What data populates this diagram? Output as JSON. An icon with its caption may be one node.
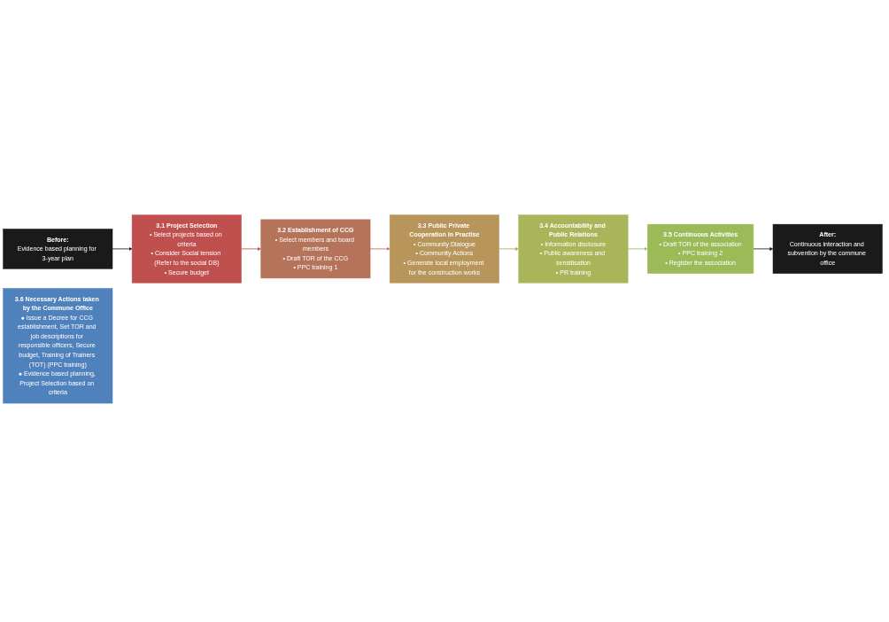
{
  "diagram": {
    "nodes": [
      {
        "text": [
          "Before:",
          "Evidence based planning for 3-year plan"
        ]
      },
      {
        "text": [
          "3.1 Project Selection",
          "• Select projects based on criteria",
          "• Consider Social tension (Refer to the social DB)",
          "• Secure budget"
        ]
      },
      {
        "text": [
          "3.2 Establishment of CCG",
          "• Select members and board members",
          "• Draft TOR of the CCG",
          "• PPC training 1"
        ]
      },
      {
        "text": [
          "3.3 Public Private Cooperation in Practise",
          "• Community Dialogue",
          "• Community Actions",
          "• Generate local employment for the construction works"
        ]
      },
      {
        "text": [
          "3.4 Accountability and Public Relations",
          "• Information disclosure",
          "• Public awareness and sensitisation",
          "• PR training"
        ]
      },
      {
        "text": [
          "3.5 Continuous Activities",
          "• Draft TOR of the association",
          "• PPC training 2",
          "• Register the association"
        ]
      },
      {
        "text": [
          "After:",
          "Continuous interaction and subvention by the commune office"
        ]
      },
      {
        "text": [
          "3.6 Necessary Actions taken by the Commune Office",
          "● Issue a Decree for CCG establishment, Set TOR and job descriptions for responsible officers, Secure budget, Training of Trainers (TOT) (PPC training)",
          "● Evidence based planning, Project Selection based on criteria"
        ]
      }
    ],
    "edges": [
      {
        "from": 0,
        "to": 1,
        "arrow": "to",
        "color": "#1a1a1a"
      },
      {
        "from": 1,
        "to": 2,
        "arrow": "to",
        "color": "#c0504d"
      },
      {
        "from": 2,
        "to": 3,
        "arrow": "to",
        "color": "#b5735a"
      },
      {
        "from": 3,
        "to": 4,
        "arrow": "to",
        "color": "#a8a84a"
      },
      {
        "from": 4,
        "to": 5,
        "arrow": "to",
        "color": "#9bbb59"
      },
      {
        "from": 5,
        "to": 6,
        "arrow": "to",
        "color": "#1a1a1a"
      }
    ]
  }
}
